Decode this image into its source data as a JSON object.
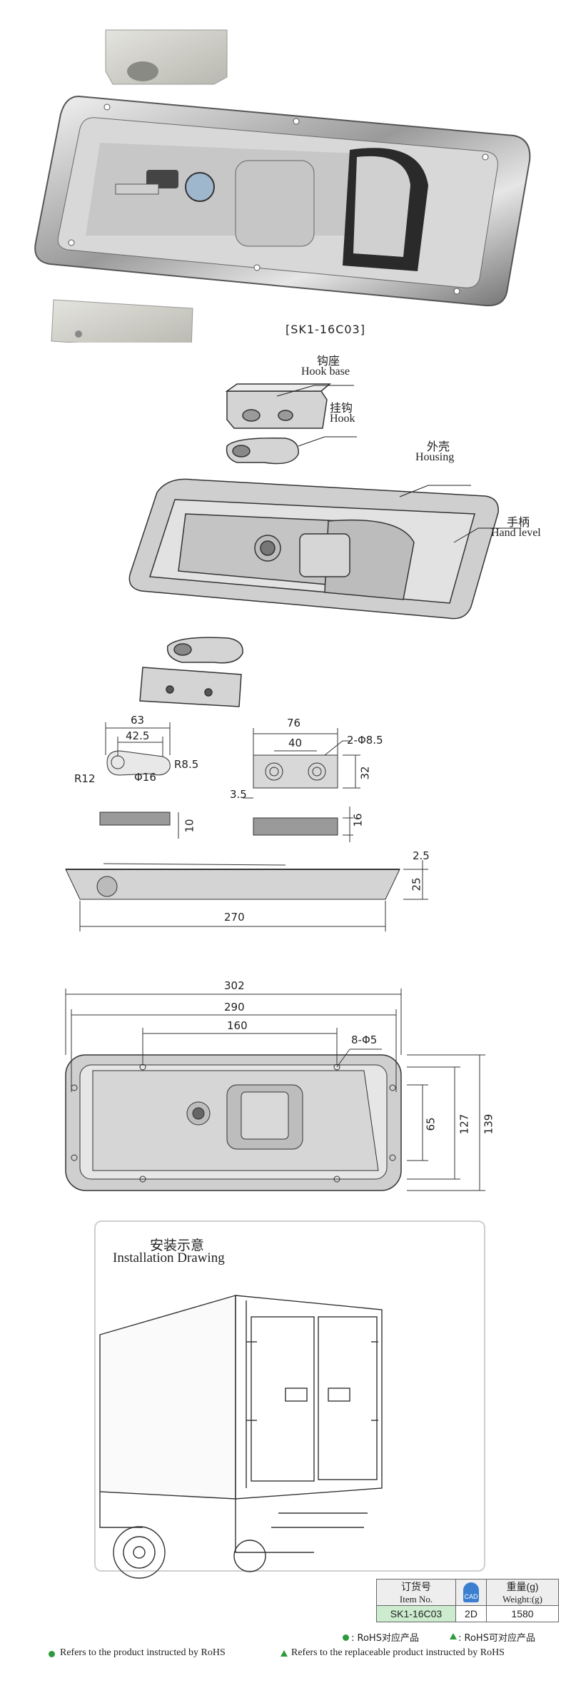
{
  "model_code": "[SK1-16C03]",
  "parts": {
    "hook_base": {
      "cn": "钩座",
      "en": "Hook base"
    },
    "hook": {
      "cn": "挂钩",
      "en": "Hook"
    },
    "housing": {
      "cn": "外壳",
      "en": "Housing"
    },
    "handle": {
      "cn": "手柄",
      "en": "Hand level"
    }
  },
  "dims_hook": {
    "length": "63",
    "center": "42.5",
    "r_big": "R12",
    "r_small": "R8.5",
    "hole": "Φ16",
    "thick": "10"
  },
  "dims_base": {
    "width": "76",
    "spacing": "40",
    "holes": "2-Φ8.5",
    "height": "32",
    "offset": "3.5",
    "thick": "16"
  },
  "dims_side": {
    "flange": "2.5",
    "depth": "25",
    "length": "270"
  },
  "dims_front": {
    "overall": "302",
    "outer": "290",
    "hole_span": "160",
    "holes": "8-Φ5",
    "inner_h": "65",
    "mid_h": "127",
    "overall_h": "139"
  },
  "install": {
    "cn": "安装示意",
    "en": "Installation Drawing"
  },
  "table": {
    "h_item_cn": "订货号",
    "h_item_en": "Item No.",
    "cad_icon": "cad-icon",
    "h_weight_cn": "重量(g)",
    "h_weight_en": "Weight:(g)",
    "item": "SK1-16C03",
    "cad": "2D",
    "weight": "1580"
  },
  "legend": {
    "rohs_cn": ": RoHS对应产品",
    "rohs_alt_cn": ": RoHS可对应产品",
    "rohs_en": "Refers to the product instructed by RoHS",
    "rohs_alt_en": "Refers to the replaceable product instructed by RoHS"
  },
  "colors": {
    "rohs_dot": "#2e9a3e",
    "cad_blue": "#3a7fd0",
    "table_green": "#cdeccf"
  }
}
